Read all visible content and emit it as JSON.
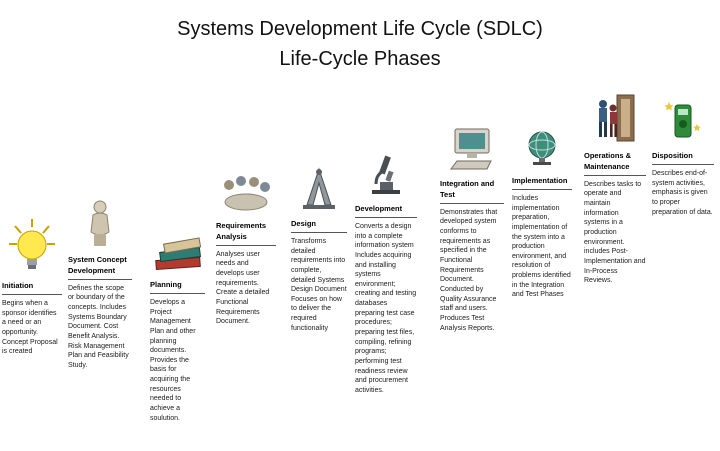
{
  "title": {
    "line1": "Systems Development Life Cycle (SDLC)",
    "line2": "Life-Cycle Phases"
  },
  "phases": [
    {
      "name": "Initiation",
      "icon": "light-bulb-icon",
      "description": "Begins when a sponsor identifies a need or an opportunity. Concept Proposal is created"
    },
    {
      "name": "System Concept Development",
      "icon": "thinking-person-icon",
      "description": "Defines the scope or boundary of the concepts. Includes Systems Boundary Document. Cost Benefit Analysis. Risk Management Plan and Feasibility Study."
    },
    {
      "name": "Planning",
      "icon": "books-icon",
      "description": "Develops a Project Management Plan and other planning documents. Provides the basis for acquiring the resources needed to achieve a soulution."
    },
    {
      "name": "Requirements Analysis",
      "icon": "meeting-people-icon",
      "description": "Analyses user needs and develops user requirements. Create a detailed Functional Requirements Document."
    },
    {
      "name": "Design",
      "icon": "drafting-tools-icon",
      "description": "Transforms detailed requirements into complete, detailed Systems Design Document Focuses on how to deliver the required functionality"
    },
    {
      "name": "Development",
      "icon": "microscope-icon",
      "description": "Converts a design into a complete information system Includes acquiring and installing systems environment; creating and testing databases preparing test case procedures; preparing test files, compiling, refining programs; performing test readiness review and procurement activities."
    },
    {
      "name": "Integration and Test",
      "icon": "computer-icon",
      "description": "Demonstrates that developed system conforms to requirements as specified in the Functional Requirements Document. Conducted by Quality Assurance staff and users. Produces Test Analysis Reports."
    },
    {
      "name": "Implementation",
      "icon": "globe-icon",
      "description": "Includes implementation preparation, implementation of the system into a production environment, and resolution of problems identified in the Integration and Test Phases"
    },
    {
      "name": "Operations & Maintenance",
      "icon": "doorway-people-icon",
      "description": "Describes tasks to operate and maintain information systems in a production environment. includes Post-Implementation and In-Process Reviews."
    },
    {
      "name": "Disposition",
      "icon": "green-machine-icon",
      "description": "Describes end-of-system activities, emphasis is given to proper preparation of data."
    }
  ]
}
